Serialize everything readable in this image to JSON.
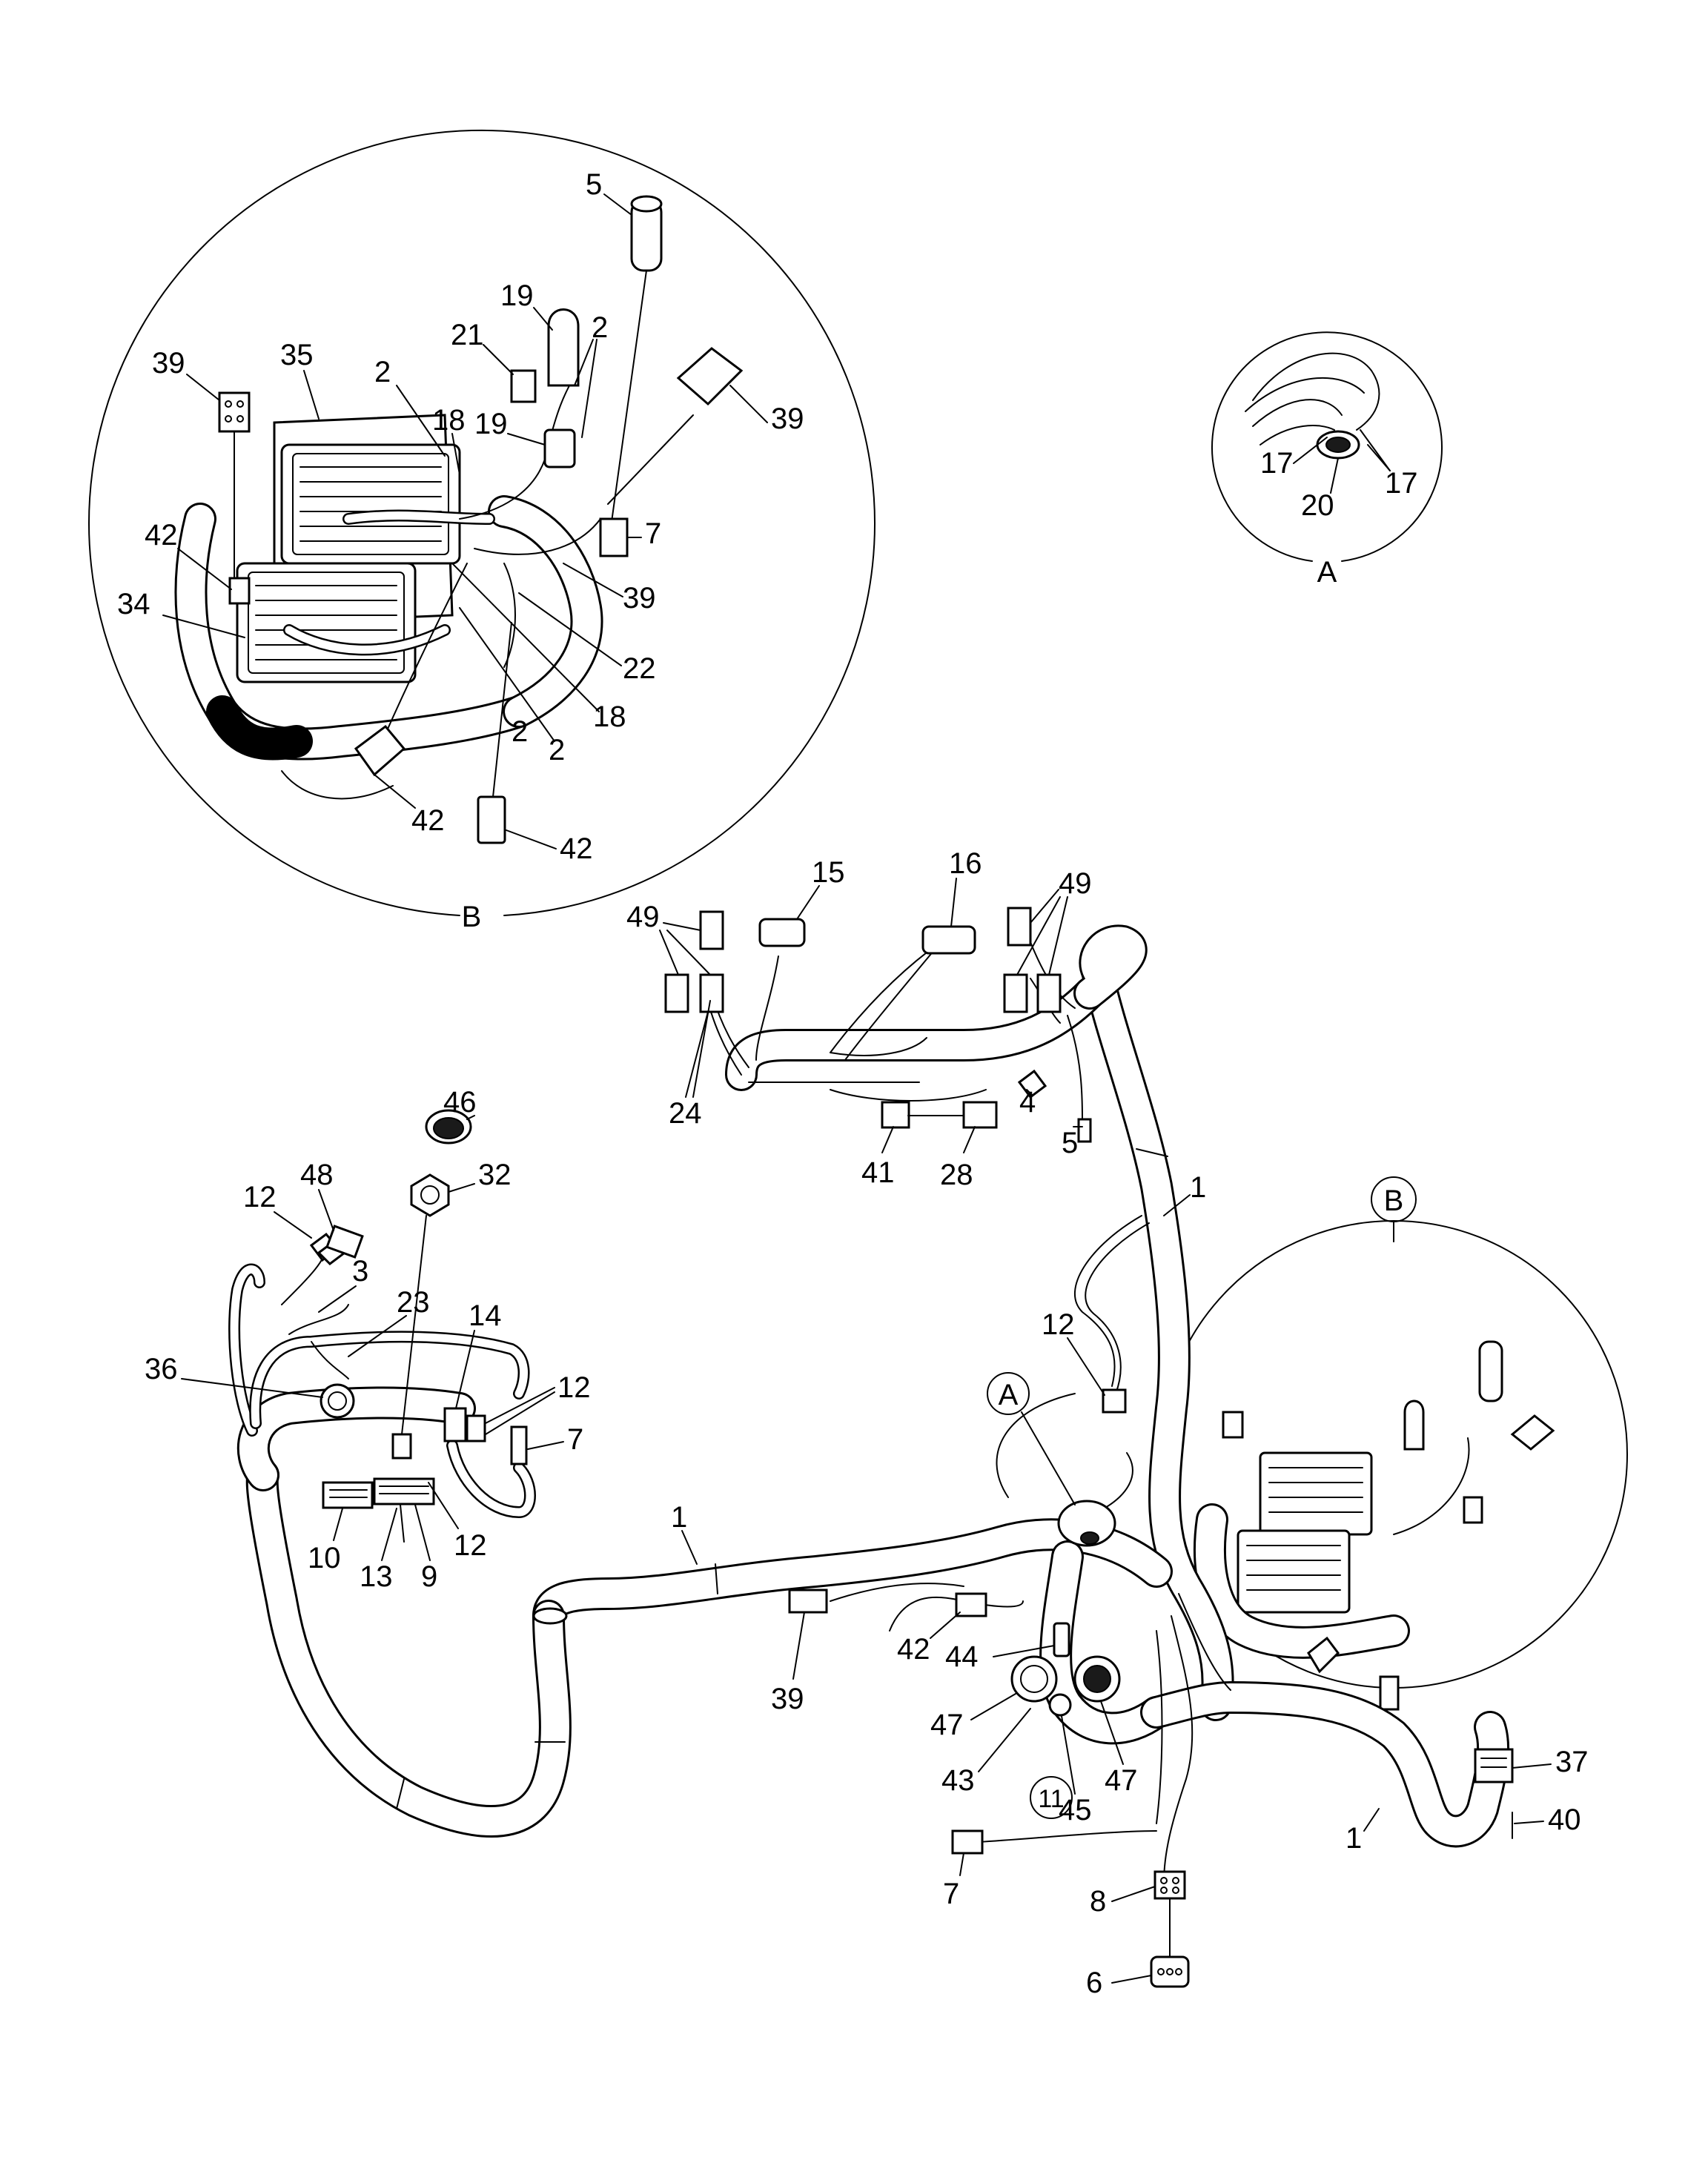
{
  "detail_views": {
    "A": "A",
    "B": "B",
    "callout_A": "A",
    "callout_B": "B",
    "callout_11": "11"
  },
  "labels": {
    "n1a": "1",
    "n1b": "1",
    "n1c": "1",
    "n2a": "2",
    "n2b": "2",
    "n2c": "2",
    "n2d": "2",
    "n3": "3",
    "n4": "4",
    "n5a": "5",
    "n5b": "5",
    "n6": "6",
    "n7a": "7",
    "n7b": "7",
    "n7c": "7",
    "n8": "8",
    "n9": "9",
    "n10": "10",
    "n12a": "12",
    "n12b": "12",
    "n12c": "12",
    "n12d": "12",
    "n13": "13",
    "n14": "14",
    "n15": "15",
    "n16": "16",
    "n17a": "17",
    "n17b": "17",
    "n18a": "18",
    "n18b": "18",
    "n19a": "19",
    "n19b": "19",
    "n20": "20",
    "n21": "21",
    "n22": "22",
    "n23": "23",
    "n24": "24",
    "n28": "28",
    "n32": "32",
    "n34": "34",
    "n35": "35",
    "n36": "36",
    "n37": "37",
    "n39a": "39",
    "n39b": "39",
    "n39c": "39",
    "n39d": "39",
    "n40": "40",
    "n41": "41",
    "n42a": "42",
    "n42b": "42",
    "n42c": "42",
    "n42d": "42",
    "n43": "43",
    "n44": "44",
    "n45": "45",
    "n46": "46",
    "n47a": "47",
    "n47b": "47",
    "n48": "48",
    "n49a": "49",
    "n49b": "49"
  },
  "legend_icons": [
    "connector-icon",
    "grommet-icon",
    "nut-icon",
    "cap-icon",
    "clip-icon"
  ]
}
